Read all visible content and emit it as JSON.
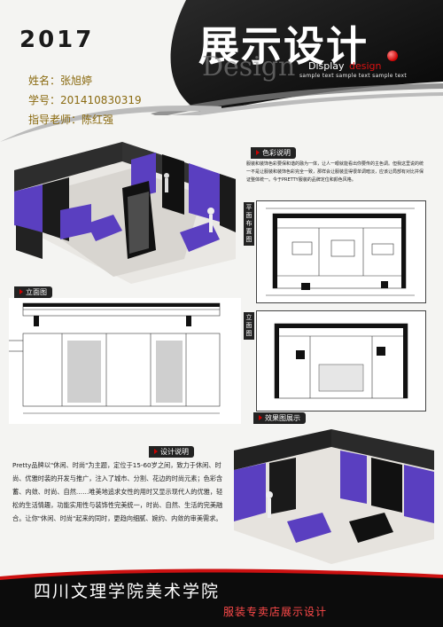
{
  "header": {
    "year": "2017",
    "title": "展示设计",
    "design_word": "Design",
    "display_word": "Display",
    "design_word_small": "design",
    "sample_text": "sample text sample text sample text"
  },
  "student": {
    "name": "姓名：张旭婷",
    "id": "学号：201410830319",
    "advisor": "指导老师：陈红强"
  },
  "sections": {
    "color": "色彩说明",
    "elevation": "立面图",
    "plan": "平面布置图",
    "elevation_right": "立面图",
    "render": "效果图展示",
    "design": "设计说明"
  },
  "color_text": "服装和装饰色彩要保和谐的融为一体，让人一眼就能看出你要传的主色调。但我这里说的统一不是让服装和装饰色彩完全一致，那样会让服装显得很单调暗淡，应该让局部有对比并保证整体统一。今于PRETTY服装的品牌定位和颜色风格。",
  "design_text": "Pretty品牌以\"休闲、时尚\"为主题，定位于15-60岁之间，致力于休闲、时尚、优雅时装的开发与推广，注入了城市、分割、花边的时尚元素；色彩含蓄、内敛、时尚、自然……唯美地追求女性的用时又显示现代人的优雅，轻松的生活情趣，功能实用性与装饰性完美统一，时尚、自然、生活的完美融合。让你\"休闲、时尚\"起来的同时，更趋向细腻、婉约、内敛的审美需求。",
  "footer": {
    "school": "四川文理学院美术学院",
    "course": "服装专卖店展示设计"
  },
  "colors": {
    "purple": "#5a3fc0",
    "dark": "#141414",
    "red": "#cc1111"
  }
}
